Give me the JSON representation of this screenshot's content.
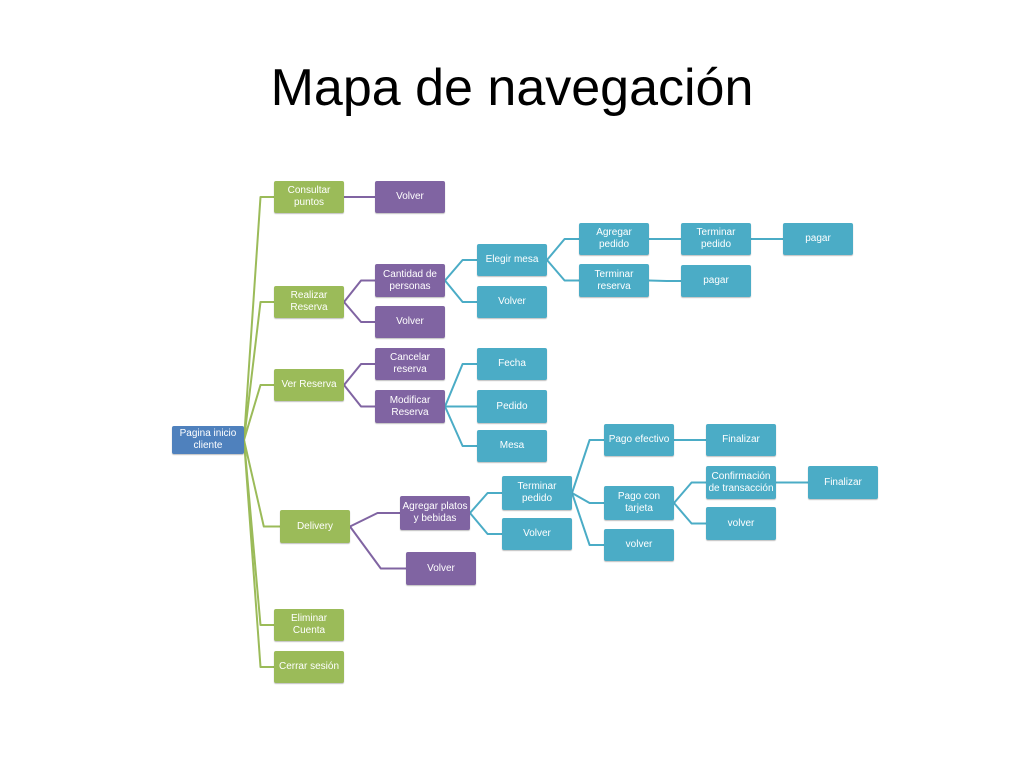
{
  "title": "Mapa de navegación",
  "colors": {
    "root": "#4f81bd",
    "level1": "#9bbb59",
    "level2": "#8064a2",
    "level3": "#4bacc6"
  },
  "nodes": {
    "root": "Pagina inicio cliente",
    "consultar_puntos": "Consultar puntos",
    "volver_puntos": "Volver",
    "realizar_reserva": "Realizar Reserva",
    "cantidad_personas": "Cantidad de personas",
    "volver_reserva": "Volver",
    "elegir_mesa": "Elegir mesa",
    "volver_elegir": "Volver",
    "agregar_pedido": "Agregar pedido",
    "terminar_pedido_reserva": "Terminar pedido",
    "pagar_1": "pagar",
    "terminar_reserva": "Terminar reserva",
    "pagar_2": "pagar",
    "ver_reserva": "Ver Reserva",
    "cancelar_reserva": "Cancelar reserva",
    "modificar_reserva": "Modificar Reserva",
    "fecha": "Fecha",
    "pedido": "Pedido",
    "mesa": "Mesa",
    "delivery": "Delivery",
    "agregar_platos": "Agregar platos y bebidas",
    "volver_delivery": "Volver",
    "terminar_pedido_delivery": "Terminar pedido",
    "volver_platos": "Volver",
    "pago_efectivo": "Pago efectivo",
    "finalizar_efectivo": "Finalizar",
    "pago_tarjeta": "Pago con tarjeta",
    "confirmacion": "Confirmación de transacción",
    "finalizar_tarjeta": "Finalizar",
    "volver_tarjeta": "volver",
    "volver_pago": "volver",
    "eliminar_cuenta": "Eliminar Cuenta",
    "cerrar_sesion": "Cerrar sesión"
  }
}
